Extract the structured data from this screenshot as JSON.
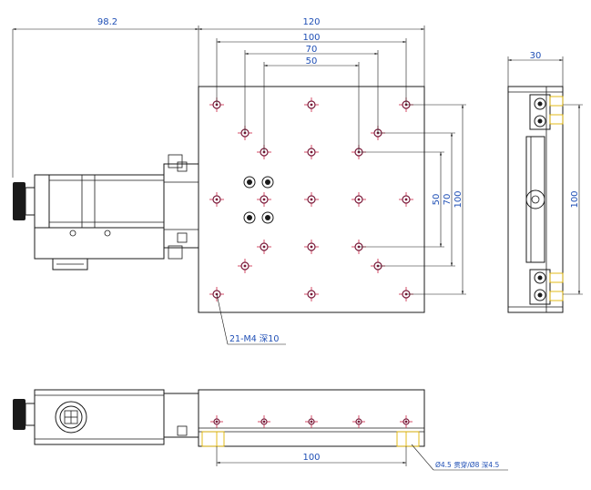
{
  "dimensions": {
    "motor_length": "98.2",
    "table_width": "120",
    "hole_span_outer": "100",
    "hole_span_mid": "70",
    "hole_span_inner": "50",
    "side_width": "30",
    "vertical_inner": "50",
    "vertical_mid": "70",
    "vertical_outer": "100",
    "side_height": "100",
    "bottom_span": "100"
  },
  "notes": {
    "hole_spec": "21-M4 深10",
    "counterbore_spec": "Ø4.5 贯穿/Ø8 深4.5"
  },
  "colors": {
    "dimension_text": "#1f4fb5",
    "hole_outline": "#7a1b3a",
    "center_mark": "#cc2244",
    "fastener_highlight": "#e0b400"
  }
}
